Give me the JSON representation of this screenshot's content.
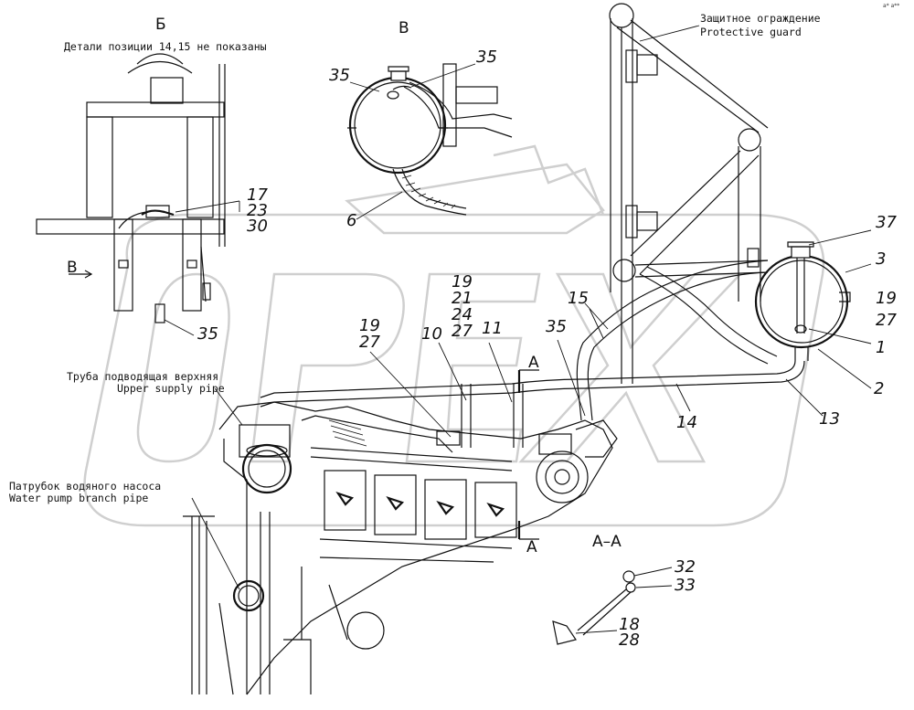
{
  "views": {
    "b_title": "Б",
    "v_title": "В",
    "aa_title": "А–А",
    "section_a_top": "А",
    "section_a_bottom": "А",
    "arrow_b": "В"
  },
  "notes": {
    "details_not_shown": "Детали позиции 14,15 не показаны",
    "guard_ru": "Защитное ограждение",
    "guard_en": "Protective guard",
    "upper_pipe_ru": "Труба подводящая верхняя",
    "upper_pipe_en": "Upper supply pipe",
    "water_pump_ru": "Патрубок водяного насоса",
    "water_pump_en": "Water pump branch pipe",
    "corner_code": "а* а**"
  },
  "callouts": {
    "b_17": "17",
    "b_23": "23",
    "b_30": "30",
    "b_35": "35",
    "v_35_left": "35",
    "v_35_right": "35",
    "v_6": "6",
    "r_37": "37",
    "r_3": "3",
    "r_19": "19",
    "r_27": "27",
    "r_1": "1",
    "r_2": "2",
    "r_13": "13",
    "r_14": "14",
    "m_19": "19",
    "m_21": "21",
    "m_24": "24",
    "m_27": "27",
    "m_19b": "19",
    "m_27b": "27",
    "m_10": "10",
    "m_11": "11",
    "m_35": "35",
    "m_15": "15",
    "aa_32": "32",
    "aa_33": "33",
    "aa_18": "18",
    "aa_28": "28"
  },
  "watermark": {
    "text": "OPEX",
    "color": "#d9d9d9"
  }
}
